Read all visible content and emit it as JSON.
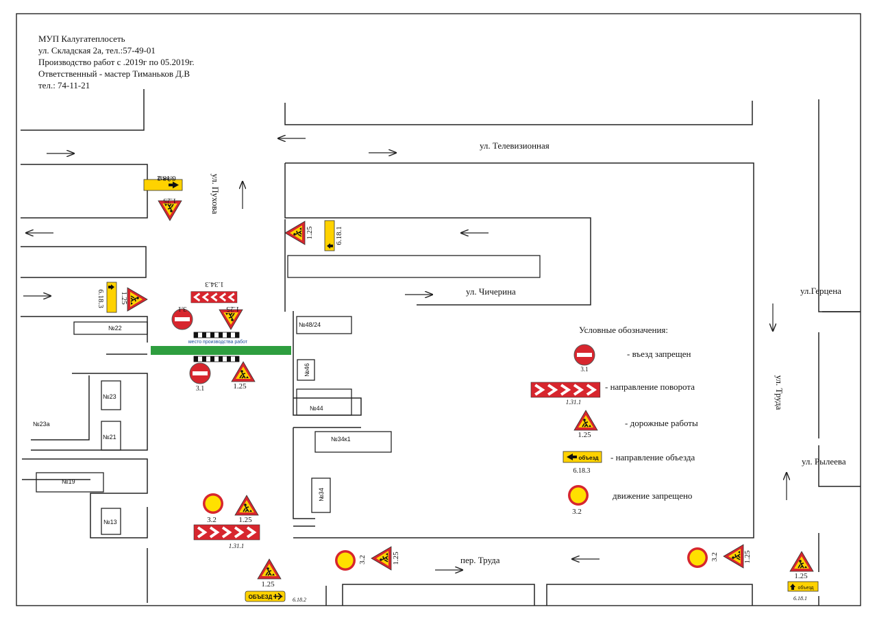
{
  "header": {
    "org": "МУП Калугатеплосеть",
    "address": "ул. Складская 2а, тел.:57-49-01",
    "work_period": "Производство работ с            .2019г  по        05.2019г.",
    "responsible": "Ответственный - мастер Тиманьков Д.В",
    "phone": "тел.: 74-11-21"
  },
  "streets": {
    "televizionnaya": "ул. Телевизионная",
    "pukhova": "ул. Пухова",
    "chicherina": "ул. Чичерина",
    "gertsena": "ул.Герцена",
    "truda": "ул. Труда",
    "ryleeva": "ул. Рылеева",
    "per_truda": "пер. Труда"
  },
  "buildings": {
    "b22": "№22",
    "b23": "№23",
    "b23a": "№23а",
    "b21": "№21",
    "b19": "№19",
    "b13": "№13",
    "b48": "№48/24",
    "b46": "№46",
    "b44": "№44",
    "b34k1": "№34к1",
    "b34": "№34"
  },
  "work_site_label": "место производства работ",
  "signs": {
    "s_31": "3.1",
    "s_125": "1.25",
    "s_32": "3.2",
    "s_1343": "1.34.3",
    "s_1311": "1.31.1",
    "s_6181": "6.18.1",
    "s_6182": "6.18.2",
    "s_6183": "6.18.3",
    "detour_word": "объезд",
    "detour_word_caps": "ОБЪЕЗД"
  },
  "legend": {
    "title": "Условные обозначения:",
    "items": [
      {
        "code": "3.1",
        "text": "- въезд запрещен"
      },
      {
        "code": "1.31.1",
        "text": "- направление поворота"
      },
      {
        "code": "1.25",
        "text": "- дорожные работы"
      },
      {
        "code": "6.18.3",
        "text": "-  направление объезда"
      },
      {
        "code": "3.2",
        "text": "движение запрещено"
      }
    ]
  },
  "colors": {
    "sign_red": "#d7262e",
    "sign_yellow": "#ffd200",
    "work_zone_green": "#2e9e3f",
    "work_label_blue": "#1d4f9c"
  }
}
